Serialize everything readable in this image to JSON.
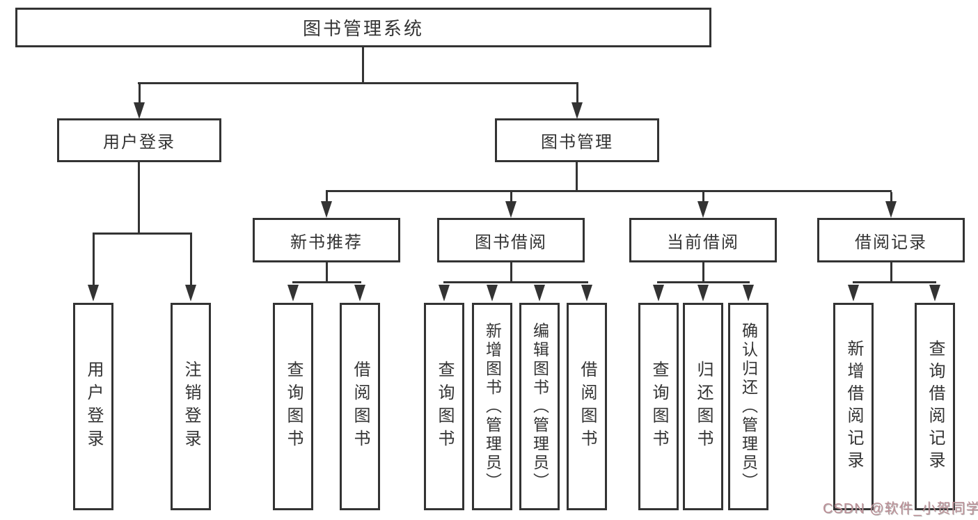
{
  "diagram": {
    "root": {
      "label": "图书管理系统"
    },
    "level2": [
      {
        "label": "用户登录"
      },
      {
        "label": "图书管理"
      }
    ],
    "level3": [
      {
        "label": "新书推荐"
      },
      {
        "label": "图书借阅"
      },
      {
        "label": "当前借阅"
      },
      {
        "label": "借阅记录"
      }
    ],
    "leaves": {
      "user_login": [
        {
          "label": "用户登录"
        },
        {
          "label": "注销登录"
        }
      ],
      "new_books": [
        {
          "label": "查询图书"
        },
        {
          "label": "借阅图书"
        }
      ],
      "book_borrowing": [
        {
          "label": "查询图书"
        },
        {
          "label": "新增图书（管理员）"
        },
        {
          "label": "编辑图书（管理员）"
        },
        {
          "label": "借阅图书"
        }
      ],
      "current_borrowing": [
        {
          "label": "查询图书"
        },
        {
          "label": "归还图书"
        },
        {
          "label": "确认归还（管理员）"
        }
      ],
      "borrowing_records": [
        {
          "label": "新增借阅记录"
        },
        {
          "label": "查询借阅记录"
        }
      ]
    },
    "watermark": "CSDN @软件_小贺同学",
    "colors": {
      "line": "#333333",
      "text": "#333333",
      "background": "#ffffff",
      "watermark": "#bb8e95"
    }
  }
}
